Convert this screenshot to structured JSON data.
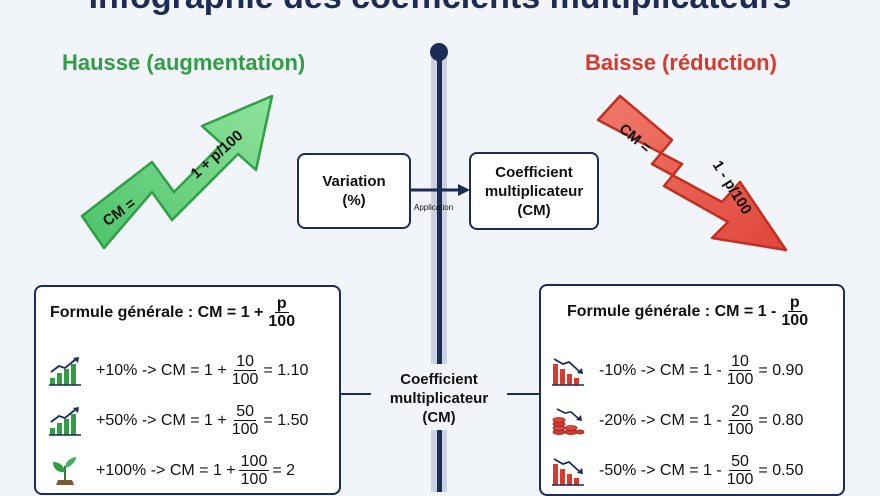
{
  "title": "Infographie des coefficients multiplicateurs",
  "hausse": {
    "heading": "Hausse (augmentation)",
    "arrow_cm": "CM =",
    "arrow_formula": "1 + p/100",
    "color": "#2f9e44"
  },
  "baisse": {
    "heading": "Baisse (réduction)",
    "arrow_cm": "CM =",
    "arrow_formula": "1 - p/100",
    "color": "#d93a2b"
  },
  "flow": {
    "variation_line1": "Variation",
    "variation_line2": "(%)",
    "application": "Application",
    "cm_line1": "Coefficient",
    "cm_line2": "multiplicateur",
    "cm_line3": "(CM)"
  },
  "center_label": {
    "line1": "Coefficient",
    "line2": "multiplicateur",
    "line3": "(CM)"
  },
  "left_panel": {
    "formula_prefix": "Formule générale : CM = 1 +",
    "formula_num": "p",
    "formula_den": "100",
    "rows": [
      {
        "icon": "bar-chart-up-icon",
        "prefix": "+10% -> CM = 1 +",
        "num": "10",
        "den": "100",
        "result": "= 1.10"
      },
      {
        "icon": "bar-chart-up-icon",
        "prefix": "+50% -> CM = 1 +",
        "num": "50",
        "den": "100",
        "result": "= 1.50"
      },
      {
        "icon": "plant-sprout-icon",
        "prefix": "+100% -> CM = 1 +",
        "num": "100",
        "den": "100",
        "result": "= 2"
      }
    ]
  },
  "right_panel": {
    "formula_prefix": "Formule générale :  CM = 1 -",
    "formula_num": "p",
    "formula_den": "100",
    "rows": [
      {
        "icon": "bar-chart-down-icon",
        "prefix": "-10% -> CM = 1 -",
        "num": "10",
        "den": "100",
        "result": "= 0.90"
      },
      {
        "icon": "coin-stack-down-icon",
        "prefix": "-20% -> CM = 1 -",
        "num": "20",
        "den": "100",
        "result": "= 0.80"
      },
      {
        "icon": "bar-chart-down-icon",
        "prefix": "-50% -> CM = 1 -",
        "num": "50",
        "den": "100",
        "result": "= 0.50"
      }
    ]
  },
  "colors": {
    "navy": "#1d2b55",
    "axis_light": "#c9d2e3",
    "background": "#f1f4f9"
  }
}
